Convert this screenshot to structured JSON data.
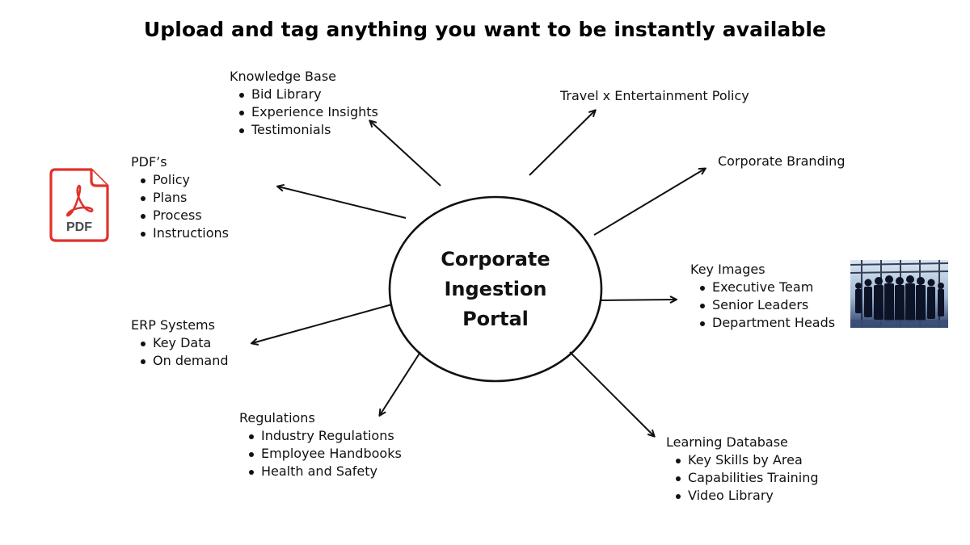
{
  "title": "Upload and tag anything you want to be instantly available",
  "hub": {
    "label": "Corporate\nIngestion\nPortal"
  },
  "groups": {
    "knowledge_base": {
      "title": "Knowledge Base",
      "items": [
        "Bid Library",
        "Experience Insights",
        "Testimonials"
      ]
    },
    "travel": {
      "title": "Travel x Entertainment Policy"
    },
    "branding": {
      "title": "Corporate Branding"
    },
    "pdfs": {
      "title": "PDF’s",
      "items": [
        "Policy",
        "Plans",
        "Process",
        "Instructions"
      ]
    },
    "key_images": {
      "title": "Key Images",
      "items": [
        "Executive Team",
        "Senior Leaders",
        "Department Heads"
      ]
    },
    "erp": {
      "title": "ERP Systems",
      "items": [
        "Key Data",
        "On demand"
      ]
    },
    "regulations": {
      "title": "Regulations",
      "items": [
        "Industry Regulations",
        "Employee Handbooks",
        "Health and Safety"
      ]
    },
    "learning": {
      "title": "Learning Database",
      "items": [
        "Key Skills by Area",
        "Capabilities Training",
        "Video Library"
      ]
    }
  },
  "icons": {
    "pdf": {
      "name": "pdf-icon",
      "label": "PDF",
      "color": "#e0322b"
    },
    "photo": {
      "name": "team-photo"
    }
  },
  "colors": {
    "text": "#111111",
    "arrow": "#111111",
    "accent": "#e0322b"
  }
}
